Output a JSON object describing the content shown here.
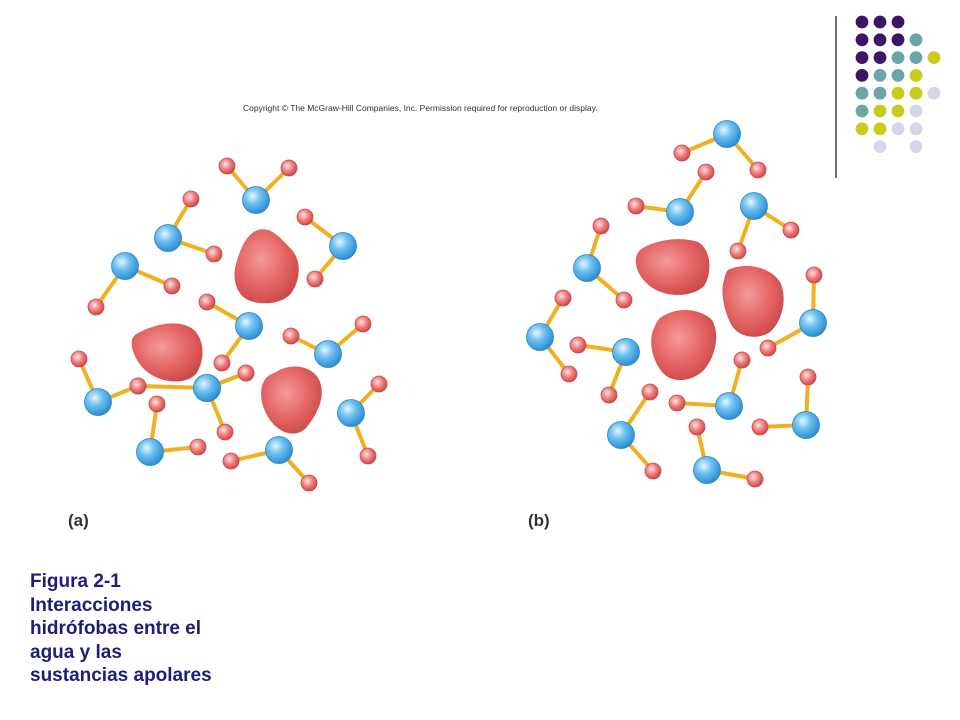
{
  "copyright_notice": "Copyright © The McGraw-Hill Companies, Inc. Permission required for reproduction or display.",
  "panels": [
    {
      "label": "(a)"
    },
    {
      "label": "(b)"
    }
  ],
  "caption": {
    "lines": [
      "Figura 2-1",
      "Interacciones",
      "hidrófobas entre el",
      "agua y las",
      "sustancias apolares"
    ]
  },
  "colors": {
    "oxygen": "#5ab2e8",
    "hydrogen": "#e86a6a",
    "bond": "#f0b020",
    "nonpolar_molecule": "#e05555",
    "caption_text": "#1e1e78",
    "deco_purple": "#3b1566",
    "deco_teal": "#6aa6a8",
    "deco_yellow": "#c8cc1a",
    "deco_lavender": "#d6d6ea"
  }
}
